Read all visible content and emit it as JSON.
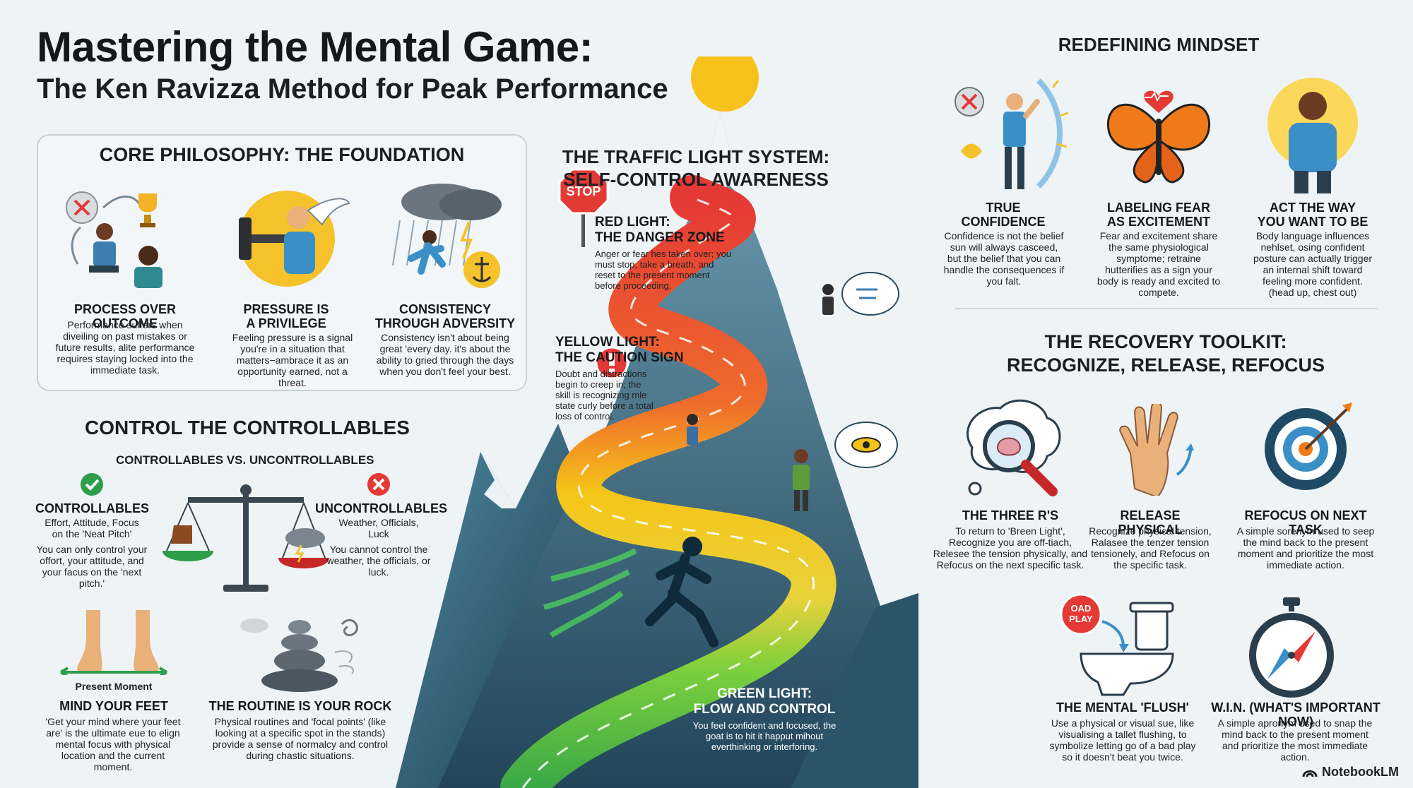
{
  "title": "Mastering the Mental Game:",
  "subtitle": "The Ken Ravizza Method for Peak Performance",
  "core": {
    "heading": "CORE PHILOSOPHY: THE FOUNDATION",
    "items": [
      {
        "label": "PROCESS OVER OUTCOME",
        "body": "Performance suffers when diveiling on past mistakes or future results, alite performance requires staying locked into the immediate task."
      },
      {
        "label": "PRESSURE IS A PRIVILEGE",
        "body": "Feeling pressure is a signal you're in a situation that matters−ambrace it as an opportunity earned, not a threat."
      },
      {
        "label": "CONSISTENCY THROUGH ADVERSITY",
        "body": "Consistency isn't about being great 'every day. it's about the ability to gried through the days when you don't feel your best."
      }
    ]
  },
  "control": {
    "heading": "CONTROL THE CONTROLLABLES",
    "subheading": "CONTROLLABLES VS. UNCONTROLLABLES",
    "controllables": {
      "label": "CONTROLLABLES",
      "list": "Effort, Attitude, Focus on the 'Neat Pitch'",
      "body": "You can only control your offort, your attitude, and your facus on the 'next pitch.'"
    },
    "uncontrollables": {
      "label": "UNCONTROLLABLES",
      "list": "Weather, Officials, Luck",
      "body": "You cannot control the weather, the officials, or luck."
    },
    "feet": {
      "caption": "Present Moment",
      "label": "MIND YOUR FEET",
      "body": "'Get your mind where your feet are' is the ultimate eue to elign mental focus with physical location and the current moment."
    },
    "routine": {
      "label": "THE ROUTINE IS YOUR ROCK",
      "body": "Physical routines and 'focal points' (like looking at a specific spot in the stands) provide a sense of normalcy and control during chastic situations."
    }
  },
  "traffic": {
    "heading_line1": "THE TRAFFIC LIGHT SYSTEM:",
    "heading_line2": "SELF-CONTROL AWARENESS",
    "red": {
      "label1": "RED LIGHT:",
      "label2": "THE DANGER ZONE",
      "body": "Anger or fear hes taken over; you must stop, take a breath, and reset to the present moment before proceeding.",
      "sign": "STOP"
    },
    "yellow": {
      "label1": "YELLOW LIGHT:",
      "label2": "THE CAUTION SIGN",
      "body": "Doubt and distractions begin to creep in; the skill is recognizing mle state curly before a total loss of control."
    },
    "green": {
      "label1": "GREEN LIGHT:",
      "label2": "FLOW AND CONTROL",
      "body": "You feel confident and focused, the goat is to hit it happut mihout everthinking or interforing."
    }
  },
  "mindset": {
    "heading": "REDEFINING MINDSET",
    "items": [
      {
        "label1": "TRUE",
        "label2": "CONFIDENCE",
        "body": "Confidence is not the belief sun will always casceed, but the belief that you can handle the consequences if you falt."
      },
      {
        "label1": "LABELING FEAR",
        "label2": "AS EXCITEMENT",
        "body": "Fear and excitement share the same physiological symptome; retraine hutterifies as a sign your body is ready and excited to compete."
      },
      {
        "label1": "ACT THE WAY",
        "label2": "YOU WANT TO BE",
        "body": "Body language influences nehlset, osing confident posture can actually trigger an internal shift toward feeling more confident. (head up, chest out)"
      }
    ]
  },
  "recovery": {
    "heading_line1": "THE RECOVERY TOOLKIT:",
    "heading_line2": "RECOGNIZE, RELEASE, REFOCUS",
    "items": [
      {
        "label": "THE THREE R'S",
        "body": "To return to 'Breen Light', Recognize you are off-tiach, Relesee the tension physically, and Refocus on the next specific task."
      },
      {
        "label": "RELEASE PHYSICAL",
        "body": "Recognize physical tension, Ralasee the tenzer tension tensionely, and Refocus on the specific task."
      },
      {
        "label": "REFOCUS ON NEXT TASK",
        "body": "A simple sorenym used to seep the mind back to the present moment and prioritize the most immediate action."
      },
      {
        "label": "THE MENTAL 'FLUSH'",
        "body": "Use a physical or visual sue, like visualising a tallet flushing, to symbolize letting go of a bad play so it doesn't beat you twice."
      },
      {
        "label": "W.I.N. (WHAT'S IMPORTANT NOW)",
        "body": "A simple apronym used to snap the mind back to the present moment and prioritize the most immediate action."
      }
    ],
    "sign_text": "OAD PLAY"
  },
  "brand": "NotebookLM",
  "colors": {
    "red": "#e53935",
    "yellow": "#f5c518",
    "green": "#4caf50",
    "mountain": "#3b6e86",
    "accent_blue": "#2f7fc1"
  }
}
